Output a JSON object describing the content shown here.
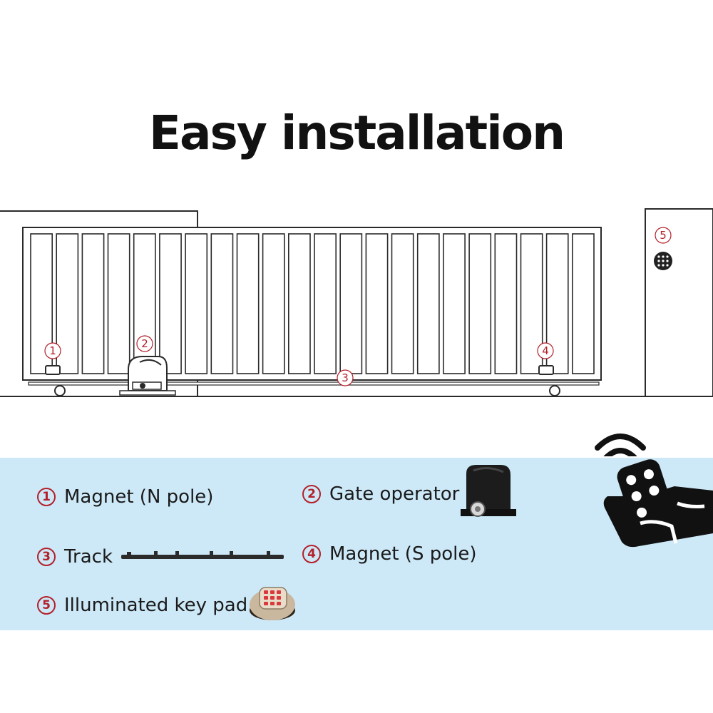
{
  "title": "Easy installation",
  "diagram": {
    "markers": [
      "1",
      "2",
      "3",
      "4",
      "5"
    ]
  },
  "legend": {
    "items": [
      {
        "number": "1",
        "label": "Magnet (N pole)"
      },
      {
        "number": "2",
        "label": "Gate operator"
      },
      {
        "number": "3",
        "label": "Track"
      },
      {
        "number": "4",
        "label": "Magnet (S pole)"
      },
      {
        "number": "5",
        "label": "Illuminated key pad"
      }
    ]
  },
  "colors": {
    "accent_red": "#b3202a",
    "panel_blue": "#cde9f8",
    "line_dark": "#2a2a2a"
  },
  "icons": [
    "gate-operator-icon",
    "track-icon",
    "key-pad-icon",
    "remote-control-icon",
    "wifi-signal-icon"
  ]
}
